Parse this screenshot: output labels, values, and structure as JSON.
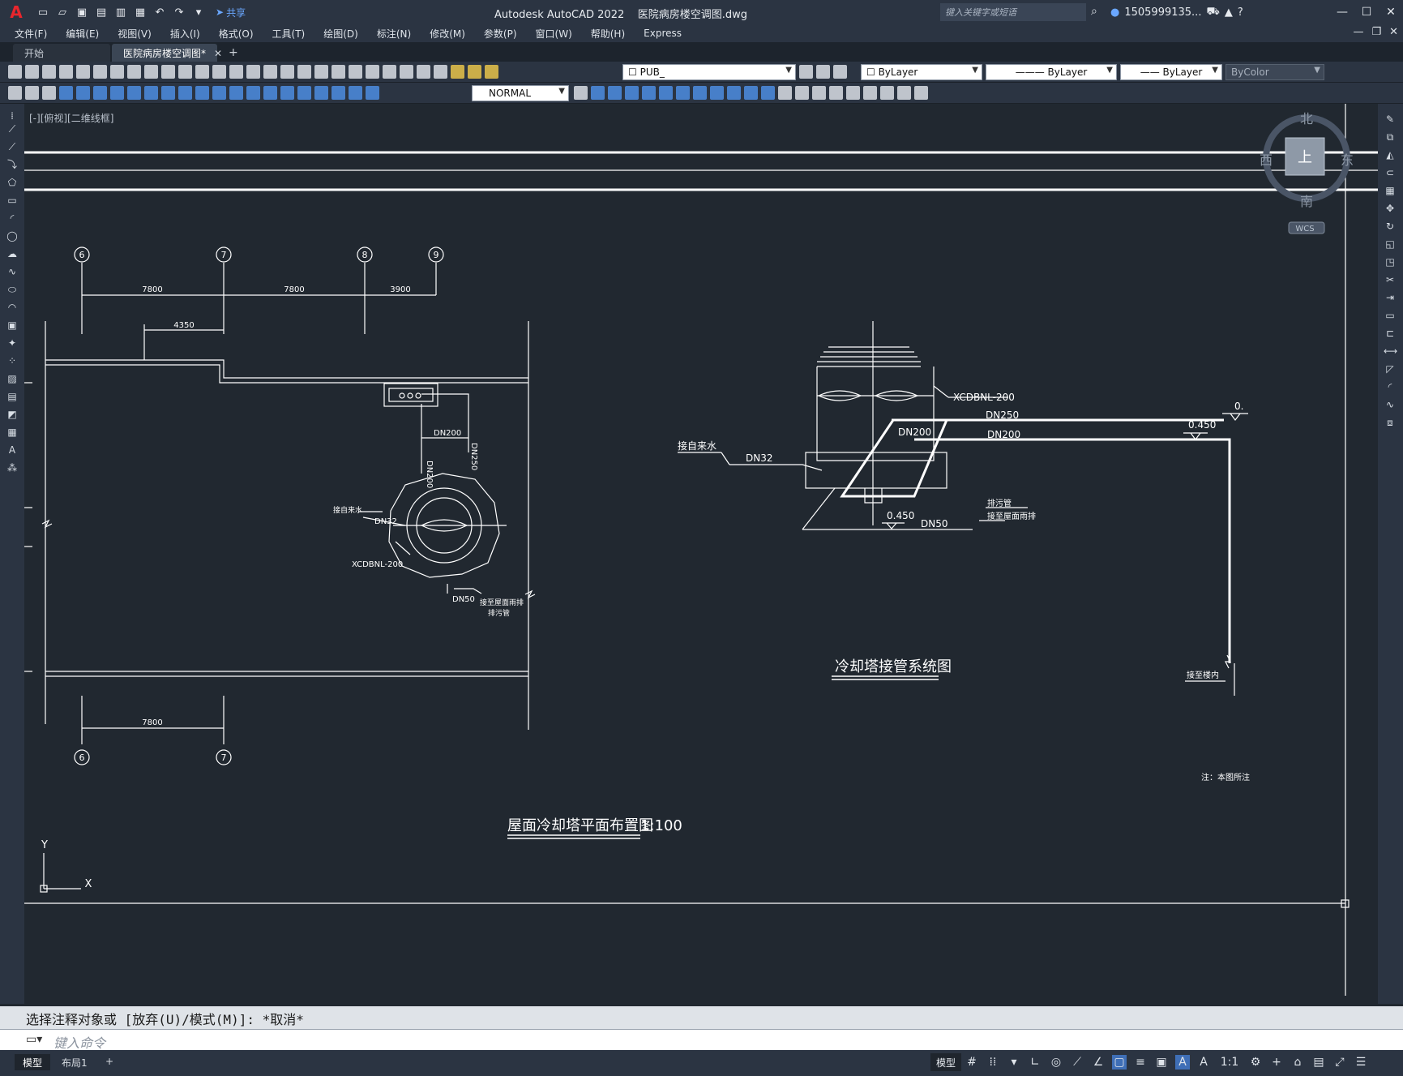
{
  "app": {
    "product": "Autodesk AutoCAD 2022",
    "file": "医院病房楼空调图.dwg",
    "search_placeholder": "键入关键字或短语",
    "user": "1505999135...",
    "share": "共享"
  },
  "menu": [
    "文件(F)",
    "编辑(E)",
    "视图(V)",
    "插入(I)",
    "格式(O)",
    "工具(T)",
    "绘图(D)",
    "标注(N)",
    "修改(M)",
    "参数(P)",
    "窗口(W)",
    "帮助(H)",
    "Express"
  ],
  "tabs": {
    "start": "开始",
    "active": "医院病房楼空调图*"
  },
  "toolbar": {
    "layer": "PUB_",
    "color": "ByLayer",
    "linetype": "ByLayer",
    "lineweight": "ByLayer",
    "plotstyle": "ByColor",
    "dimstyle": "NORMAL"
  },
  "viewport": {
    "label": "[-][俯视][二维线框]",
    "viewcube": {
      "north": "北",
      "south": "南",
      "east": "东",
      "west": "西",
      "top": "上",
      "wcs": "WCS"
    },
    "ucs": {
      "x": "X",
      "y": "Y"
    }
  },
  "drawing": {
    "grid_top": [
      "6",
      "7",
      "8",
      "9"
    ],
    "grid_bottom": [
      "6",
      "7"
    ],
    "dims_top": [
      "7800",
      "7800",
      "3900"
    ],
    "dim_sub": "4350",
    "dim_bottom": "7800",
    "plan": {
      "pipe_a": "DN200",
      "pipe_b": "DN200",
      "pipe_c": "DN250",
      "water_in": "接自来水",
      "water_in_size": "DN32",
      "unit": "XCDBNL-200",
      "drain_size": "DN50",
      "drain_to": "接至屋面雨排",
      "drain_pipe": "排污管",
      "title": "屋面冷却塔平面布置图",
      "scale": "1:100"
    },
    "system": {
      "unit": "XCDBNL-200",
      "pipe_top": "DN250",
      "pipe_mid": "DN200",
      "pipe_mid2": "DN200",
      "elev": "0.450",
      "elev2": "0.450",
      "elev_edge": "0.",
      "water_in": "接自来水",
      "water_in_size": "DN32",
      "drain_size": "DN50",
      "drain_pipe": "排污管",
      "drain_to": "接至屋面雨排",
      "to_indoor": "接至楼内",
      "note": "注：本图所注",
      "title": "冷却塔接管系统图"
    }
  },
  "command": {
    "history": "选择注释对象或 [放弃(U)/模式(M)]: *取消*",
    "placeholder": "键入命令"
  },
  "status": {
    "model_tab": "模型",
    "layout_tab": "布局1",
    "model_btn": "模型",
    "scale": "1:1"
  }
}
